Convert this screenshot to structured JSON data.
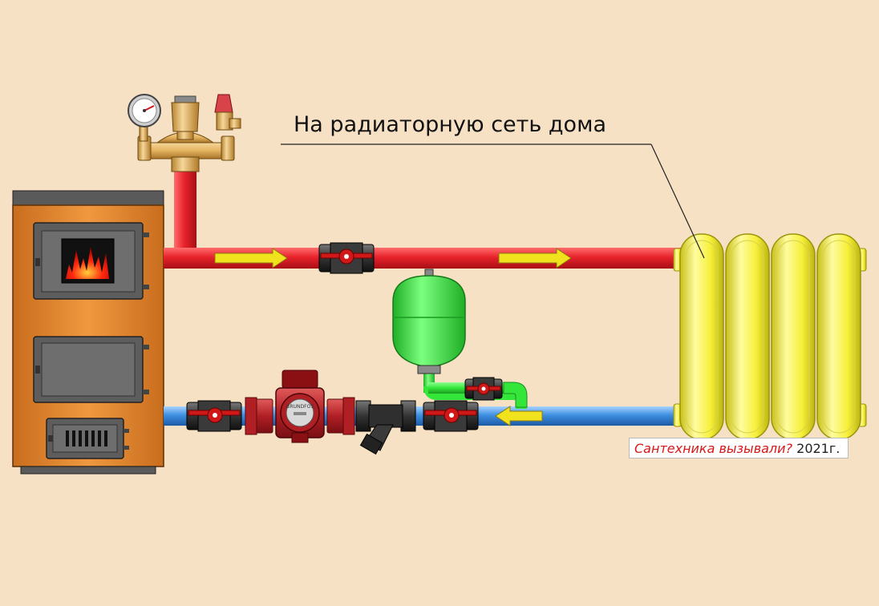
{
  "diagram": {
    "callout_label": "На радиаторную сеть дома",
    "watermark": {
      "main_text": "Сантехника вызывали?",
      "year_text": "2021г."
    },
    "pump_brand_text": "GRUNDFOS",
    "colors": {
      "background": "#f6e1c4",
      "supply_pipe": "#e8232c",
      "return_pipe": "#3e8fe0",
      "expansion_tank": "#34e63a",
      "radiator": "#f6f03a",
      "boiler_body": "#e38a2e",
      "boiler_top": "#555555",
      "flow_arrow": "#f1e21e",
      "valve_body": "#333333",
      "valve_handle": "#d01818",
      "brass": "#e3b25e"
    }
  }
}
